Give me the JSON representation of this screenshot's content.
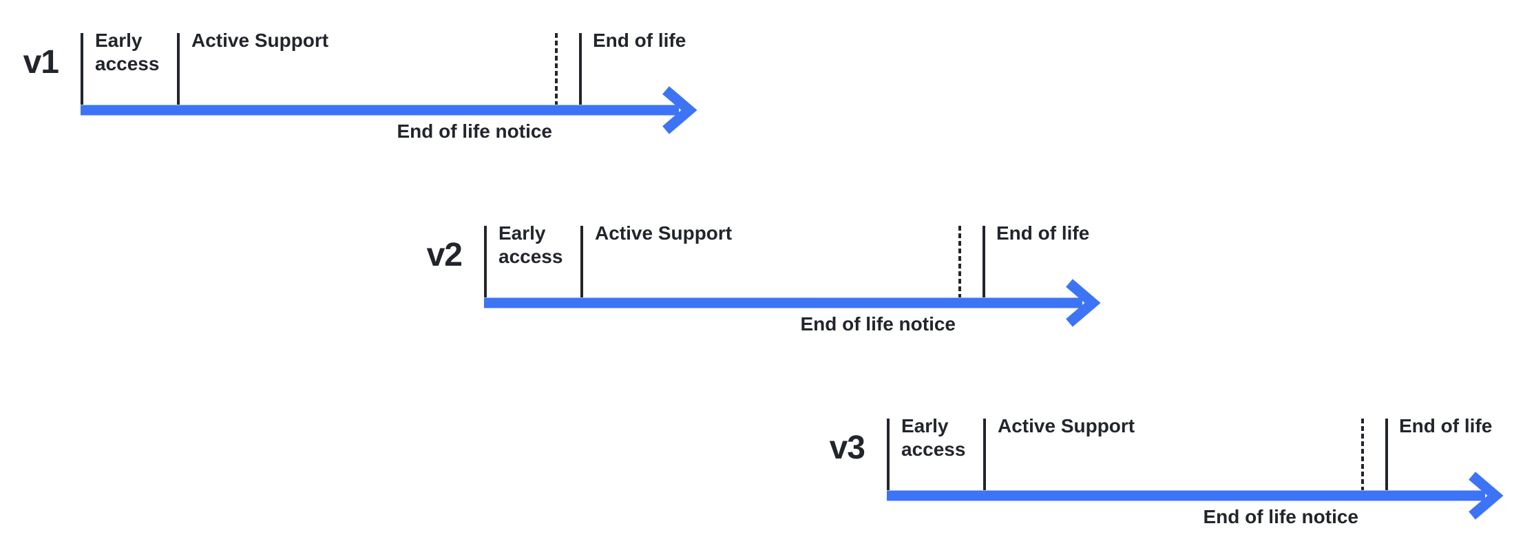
{
  "diagram": {
    "type": "version-lifecycle-timelines",
    "colors": {
      "arrow_blue": "#3D74F5",
      "text": "#22252B",
      "tick": "#22252B",
      "background": "#FFFFFF"
    },
    "timelines": [
      {
        "version": "v1",
        "labels": {
          "early_access": "Early access",
          "active_support": "Active Support",
          "end_of_life": "End of life",
          "end_of_life_notice": "End of life notice"
        }
      },
      {
        "version": "v2",
        "labels": {
          "early_access": "Early access",
          "active_support": "Active Support",
          "end_of_life": "End of life",
          "end_of_life_notice": "End of life notice"
        }
      },
      {
        "version": "v3",
        "labels": {
          "early_access": "Early access",
          "active_support": "Active Support",
          "end_of_life": "End of life",
          "end_of_life_notice": "End of life notice"
        }
      }
    ]
  }
}
